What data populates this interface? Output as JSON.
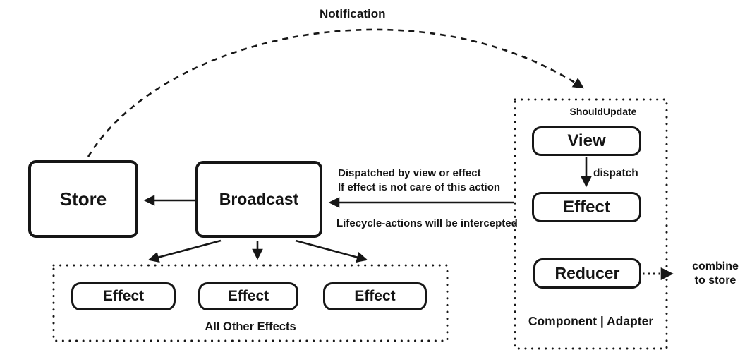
{
  "page": {
    "ink_color": "#141414",
    "background_color": "#ffffff"
  },
  "diagram": {
    "notification_label": "Notification",
    "store_label": "Store",
    "broadcast_label": "Broadcast",
    "notes": {
      "dispatched_line1": "Dispatched by view or effect",
      "dispatched_line2": "If effect is not care of this action",
      "lifecycle": "Lifecycle-actions will be intercepted"
    },
    "component_panel": {
      "should_update_label": "ShouldUpdate",
      "view_label": "View",
      "dispatch_arrow_label": "dispatch",
      "effect_label": "Effect",
      "reducer_label": "Reducer",
      "footer_label": "Component | Adapter"
    },
    "combine_note": {
      "line1": "combine",
      "line2": "to store"
    },
    "other_effects_panel": {
      "items": [
        "Effect",
        "Effect",
        "Effect"
      ],
      "caption": "All Other Effects"
    }
  }
}
